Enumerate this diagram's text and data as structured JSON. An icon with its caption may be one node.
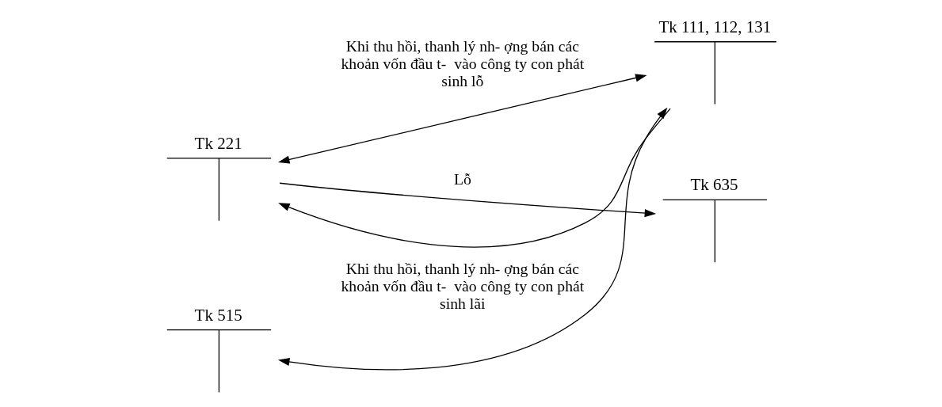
{
  "diagram": {
    "nodes": [
      {
        "text": [
          "Tk 221"
        ]
      },
      {
        "text": [
          "Tk 111, 112, 131"
        ]
      },
      {
        "text": [
          "Tk 635"
        ]
      },
      {
        "text": [
          "Tk 515"
        ]
      }
    ],
    "edges": [
      {
        "from": 0,
        "to": 1,
        "arrow": "both",
        "label": "Khi thu hồi, thanh lý nh- ợng bán các khoản vốn đầu t-  vào công ty con phát sinh lỗ"
      },
      {
        "from": 0,
        "to": 2,
        "arrow": "to",
        "label": "Lỗ"
      },
      {
        "from": 3,
        "to": 1,
        "arrow": "both",
        "label": "Khi thu hồi, thanh lý nh- ợng bán các khoản vốn đầu t-  vào công ty con phát sinh lãi"
      },
      {
        "from": 1,
        "to": 0,
        "arrow": "to"
      }
    ]
  }
}
